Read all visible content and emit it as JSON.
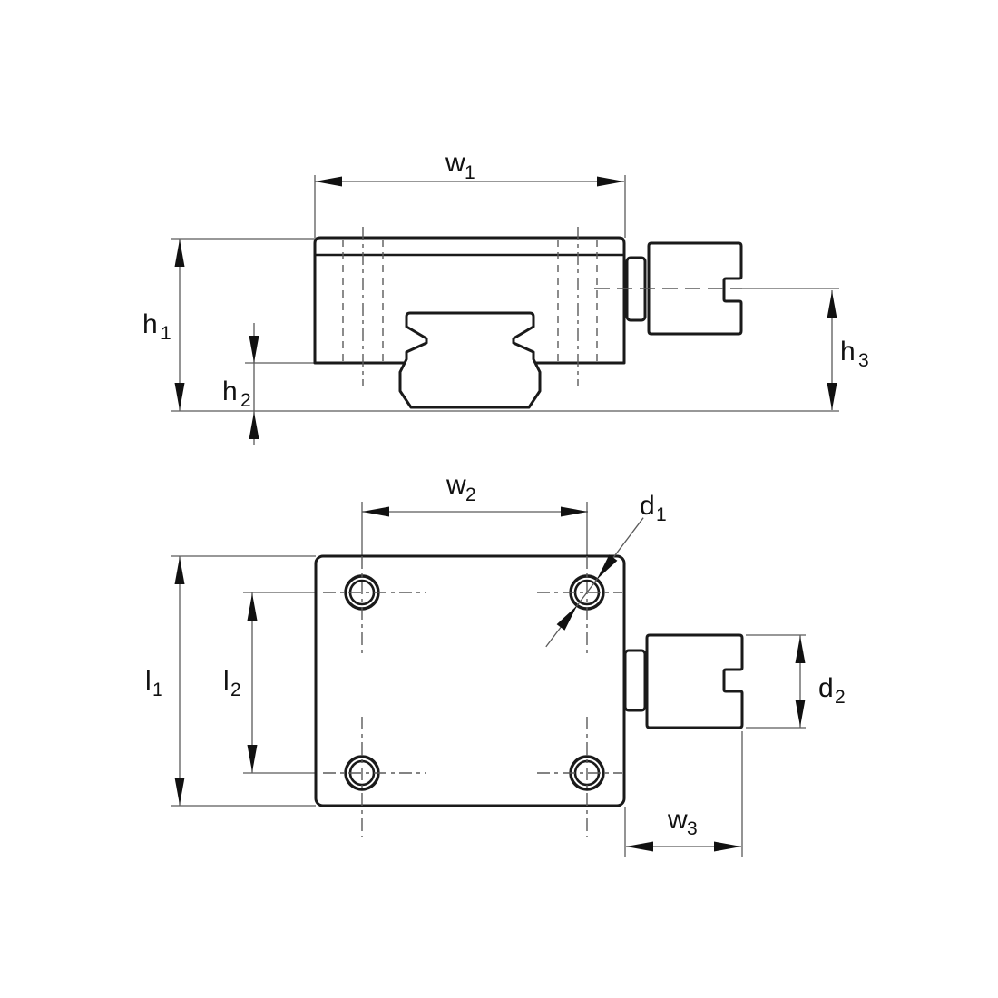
{
  "drawing": {
    "type": "technical-dimension-drawing",
    "subject": "linear-guide-carriage-with-lube-port",
    "views": {
      "top": "side-elevation-view",
      "bottom": "plan-view"
    }
  },
  "labels": {
    "w1": {
      "base": "w",
      "sub": "1"
    },
    "h1": {
      "base": "h",
      "sub": "1"
    },
    "h2": {
      "base": "h",
      "sub": "2"
    },
    "h3": {
      "base": "h",
      "sub": "3"
    },
    "w2": {
      "base": "w",
      "sub": "2"
    },
    "d1": {
      "base": "d",
      "sub": "1"
    },
    "l1": {
      "base": "l",
      "sub": "1"
    },
    "l2": {
      "base": "l",
      "sub": "2"
    },
    "d2": {
      "base": "d",
      "sub": "2"
    },
    "w3": {
      "base": "w",
      "sub": "3"
    }
  },
  "colors": {
    "background": "#ffffff",
    "part_outline": "#1a1a1a",
    "dimension_lines": "#5a5a5a",
    "arrowheads": "#111111",
    "text": "#111111"
  }
}
